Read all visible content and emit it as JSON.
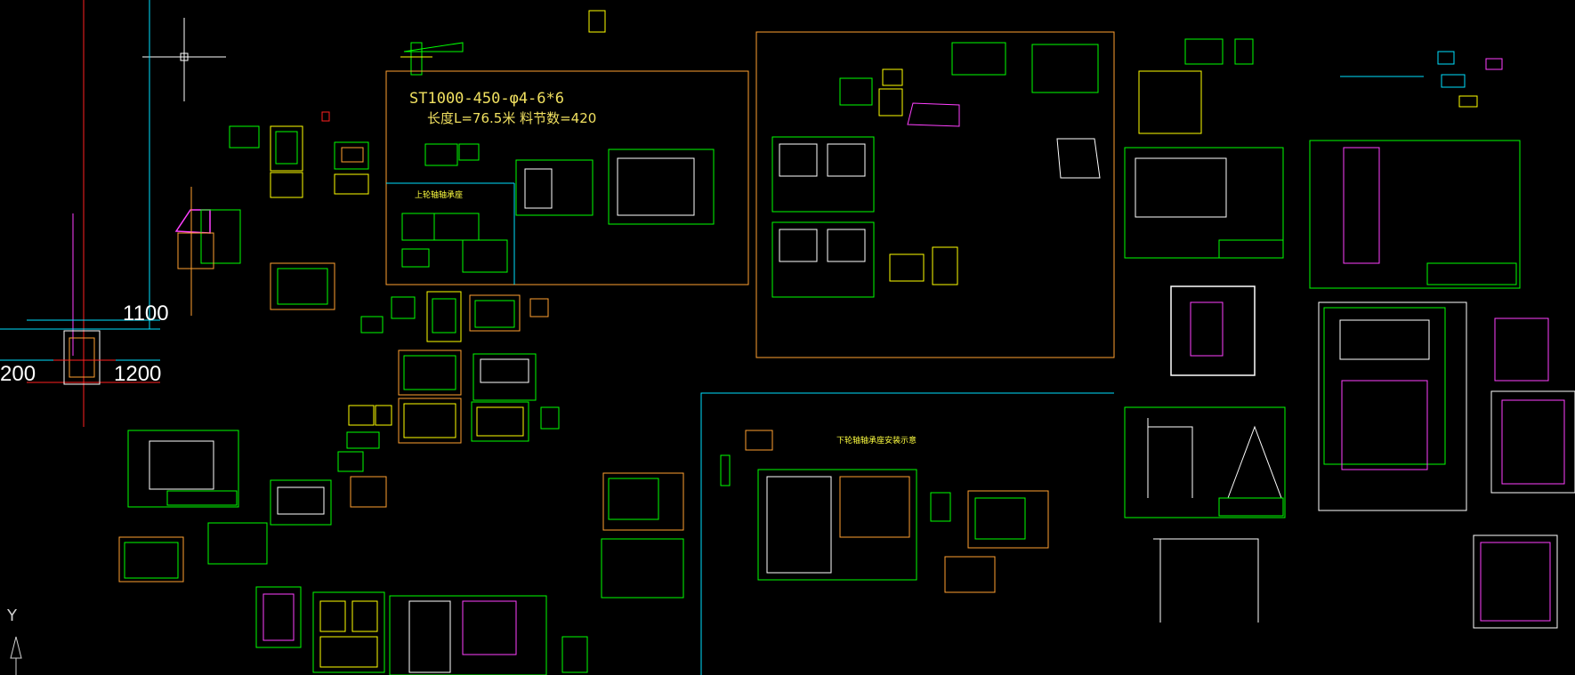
{
  "app": "CAD model space viewport",
  "annotations": {
    "dim_1100": "1100",
    "dim_1200_right": "1200",
    "dim_1200_left": "200",
    "spec_line1": "ST1000-450-φ4-6*6",
    "spec_line2": "长度L=76.5米 料节数=420",
    "upper_label": "上轮轴轴承座",
    "lower_label": "下轮轴轴承座安装示意",
    "ucs_y": "Y"
  },
  "colors": {
    "green": "#00ff00",
    "orange": "#ffa030",
    "cyan": "#00e0ff",
    "magenta": "#ff40ff",
    "yellow": "#ffff00",
    "red": "#ff2020",
    "white": "#ffffff"
  }
}
